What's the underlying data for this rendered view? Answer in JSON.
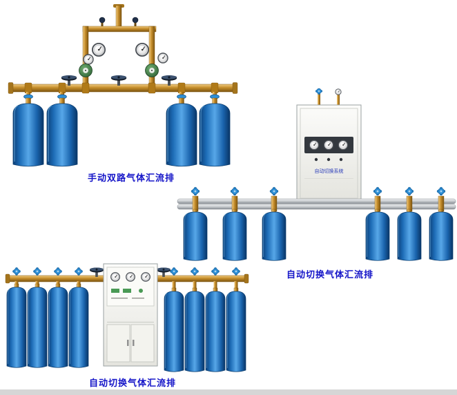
{
  "page": {
    "background": "#ffffff",
    "bottom_strip_color": "#d6d6d6"
  },
  "colors": {
    "caption_text": "#1414c8",
    "cylinder_blue": "#2f8ad8",
    "cylinder_blue_dark": "#0b3f78",
    "brass": "#c58d2b",
    "rail_silver": "#c3c7cb",
    "cabinet_white": "#f4f4f0",
    "regulator_green": "#3f8f4f",
    "knob_blue": "#2e8fd6"
  },
  "products": [
    {
      "id": "manual-dual-gas-manifold",
      "caption": "手动双路气体汇流排",
      "cylinder_count": 4
    },
    {
      "id": "auto-switch-gas-manifold-wall",
      "caption": "自动切换气体汇流排",
      "cabinet_label": "自动切换系统",
      "cylinder_count": 6
    },
    {
      "id": "auto-switch-gas-manifold-floor",
      "caption": "自动切换气体汇流排",
      "cylinder_count": 8
    }
  ]
}
